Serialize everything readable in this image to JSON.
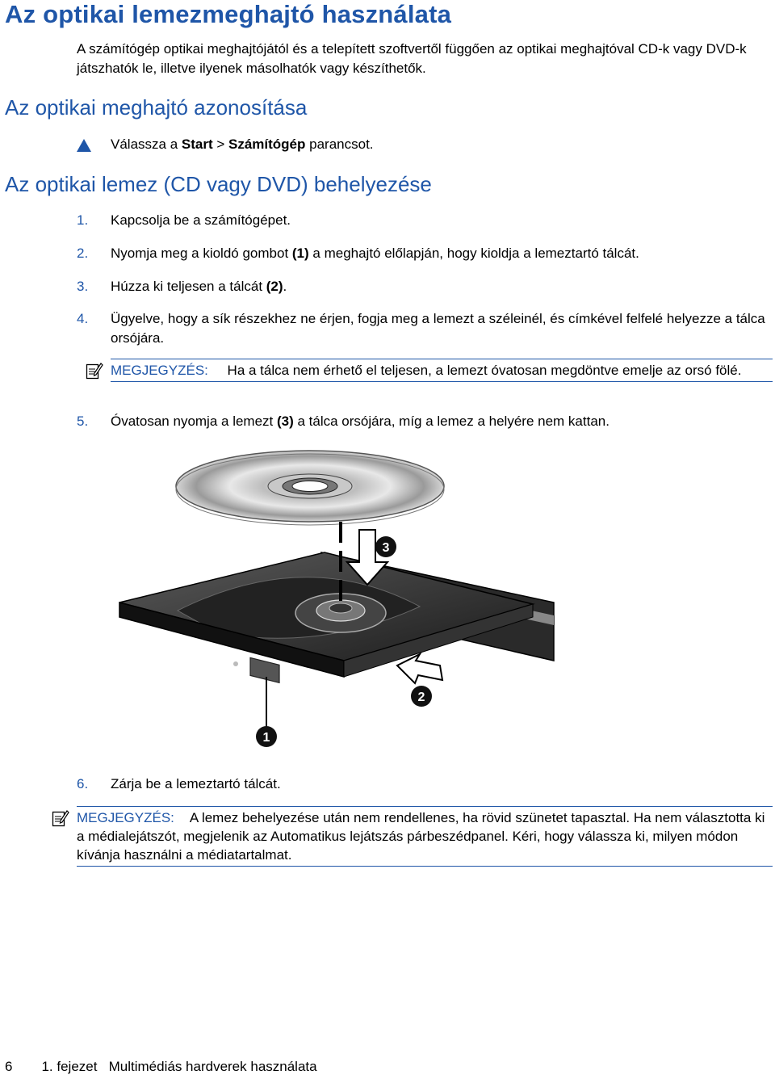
{
  "heading": "Az optikai lemezmeghajtó használata",
  "intro": "A számítógép optikai meghajtójától és a telepített szoftvertől függően az optikai meghajtóval CD-k vagy DVD-k játszhatók le, illetve ilyenek másolhatók vagy készíthetők.",
  "section1": {
    "title": "Az optikai meghajtó azonosítása",
    "bullet_pre": "Válassza a ",
    "bullet_b1": "Start",
    "bullet_mid": " > ",
    "bullet_b2": "Számítógép",
    "bullet_post": " parancsot."
  },
  "section2": {
    "title": "Az optikai lemez (CD vagy DVD) behelyezése",
    "steps": [
      {
        "num": "1.",
        "text": "Kapcsolja be a számítógépet."
      },
      {
        "num": "2.",
        "pre": "Nyomja meg a kioldó gombot ",
        "bold": "(1)",
        "post": " a meghajtó előlapján, hogy kioldja a lemeztartó tálcát."
      },
      {
        "num": "3.",
        "pre": "Húzza ki teljesen a tálcát ",
        "bold": "(2)",
        "post": "."
      },
      {
        "num": "4.",
        "text": "Ügyelve, hogy a sík részekhez ne érjen, fogja meg a lemezt a széleinél, és címkével felfelé helyezze a tálca orsójára."
      },
      {
        "num": "5.",
        "pre": "Óvatosan nyomja a lemezt ",
        "bold": "(3)",
        "post": " a tálca orsójára, míg a lemez a helyére nem kattan."
      },
      {
        "num": "6.",
        "text": "Zárja be a lemeztartó tálcát."
      }
    ],
    "note1": {
      "label": "MEGJEGYZÉS:",
      "text": "Ha a tálca nem érhető el teljesen, a lemezt óvatosan megdöntve emelje az orsó fölé."
    },
    "note2": {
      "label": "MEGJEGYZÉS:",
      "text": "A lemez behelyezése után nem rendellenes, ha rövid szünetet tapasztal. Ha nem választotta ki a médialejátszót, megjelenik az Automatikus lejátszás párbeszédpanel. Kéri, hogy válassza ki, milyen módon kívánja használni a médiatartalmat."
    }
  },
  "figure": {
    "callouts": [
      "1",
      "2",
      "3"
    ]
  },
  "footer": {
    "page": "6",
    "chapter": "1. fejezet   Multimédiás hardverek használata"
  }
}
